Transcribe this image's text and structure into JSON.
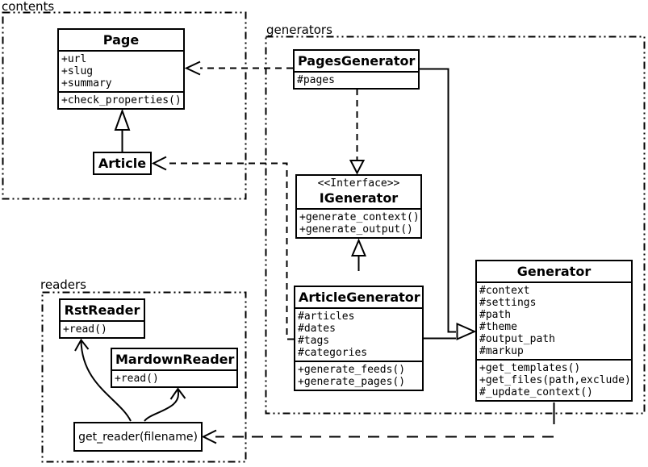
{
  "colors": {
    "line": "#000000",
    "background": "#ffffff",
    "box_fill": "#ffffff"
  },
  "packages": {
    "contents": {
      "label": "contents"
    },
    "generators": {
      "label": "generators"
    },
    "readers": {
      "label": "readers"
    }
  },
  "classes": {
    "page": {
      "name": "Page",
      "attributes": [
        "+url",
        "+slug",
        "+summary"
      ],
      "methods": [
        "+check_properties()"
      ]
    },
    "article": {
      "name": "Article"
    },
    "pages_generator": {
      "name": "PagesGenerator",
      "attributes": [
        "#pages"
      ]
    },
    "igenerator": {
      "stereotype": "<<Interface>>",
      "name": "IGenerator",
      "methods": [
        "+generate_context()",
        "+generate_output()"
      ]
    },
    "article_generator": {
      "name": "ArticleGenerator",
      "attributes": [
        "#articles",
        "#dates",
        "#tags",
        "#categories"
      ],
      "methods": [
        "+generate_feeds()",
        "+generate_pages()"
      ]
    },
    "generator": {
      "name": "Generator",
      "attributes": [
        "#context",
        "#settings",
        "#path",
        "#theme",
        "#output_path",
        "#markup"
      ],
      "methods": [
        "+get_templates()",
        "+get_files(path,exclude)",
        "#_update_context()"
      ]
    },
    "rst_reader": {
      "name": "RstReader",
      "methods": [
        "+read()"
      ]
    },
    "mardown_reader": {
      "name": "MardownReader",
      "methods": [
        "+read()"
      ]
    }
  },
  "functions": {
    "get_reader": {
      "label": "get_reader(filename)"
    }
  }
}
